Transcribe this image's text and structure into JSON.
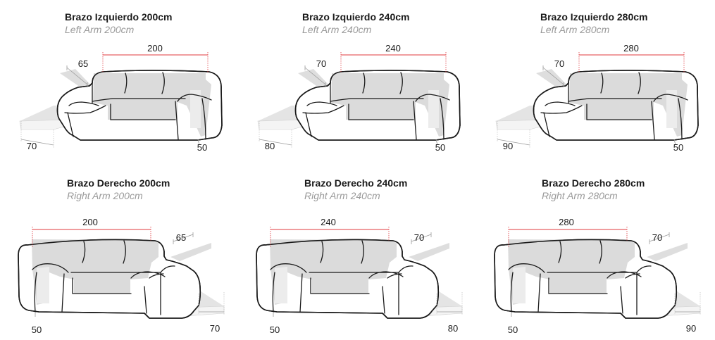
{
  "colors": {
    "dimension_line": "#e0393e",
    "cover_fill": "#d9d9d9",
    "outline": "#1a1a1a",
    "subtitle": "#9a9a9a"
  },
  "panels": [
    {
      "title": "Brazo Izquierdo 200cm",
      "subtitle": "Left Arm 200cm",
      "width": "200",
      "depth": "65",
      "chaise_width": "70",
      "arm_width": "50",
      "side": "left"
    },
    {
      "title": "Brazo Izquierdo 240cm",
      "subtitle": "Left Arm 240cm",
      "width": "240",
      "depth": "70",
      "chaise_width": "80",
      "arm_width": "50",
      "side": "left"
    },
    {
      "title": "Brazo Izquierdo 280cm",
      "subtitle": "Left Arm 280cm",
      "width": "280",
      "depth": "70",
      "chaise_width": "90",
      "arm_width": "50",
      "side": "left"
    },
    {
      "title": "Brazo Derecho 200cm",
      "subtitle": "Right Arm 200cm",
      "width": "200",
      "depth": "65",
      "chaise_width": "70",
      "arm_width": "50",
      "side": "right"
    },
    {
      "title": "Brazo Derecho 240cm",
      "subtitle": "Right Arm 240cm",
      "width": "240",
      "depth": "70",
      "chaise_width": "80",
      "arm_width": "50",
      "side": "right"
    },
    {
      "title": "Brazo Derecho 280cm",
      "subtitle": "Right Arm 280cm",
      "width": "280",
      "depth": "70",
      "chaise_width": "90",
      "arm_width": "50",
      "side": "right"
    }
  ]
}
